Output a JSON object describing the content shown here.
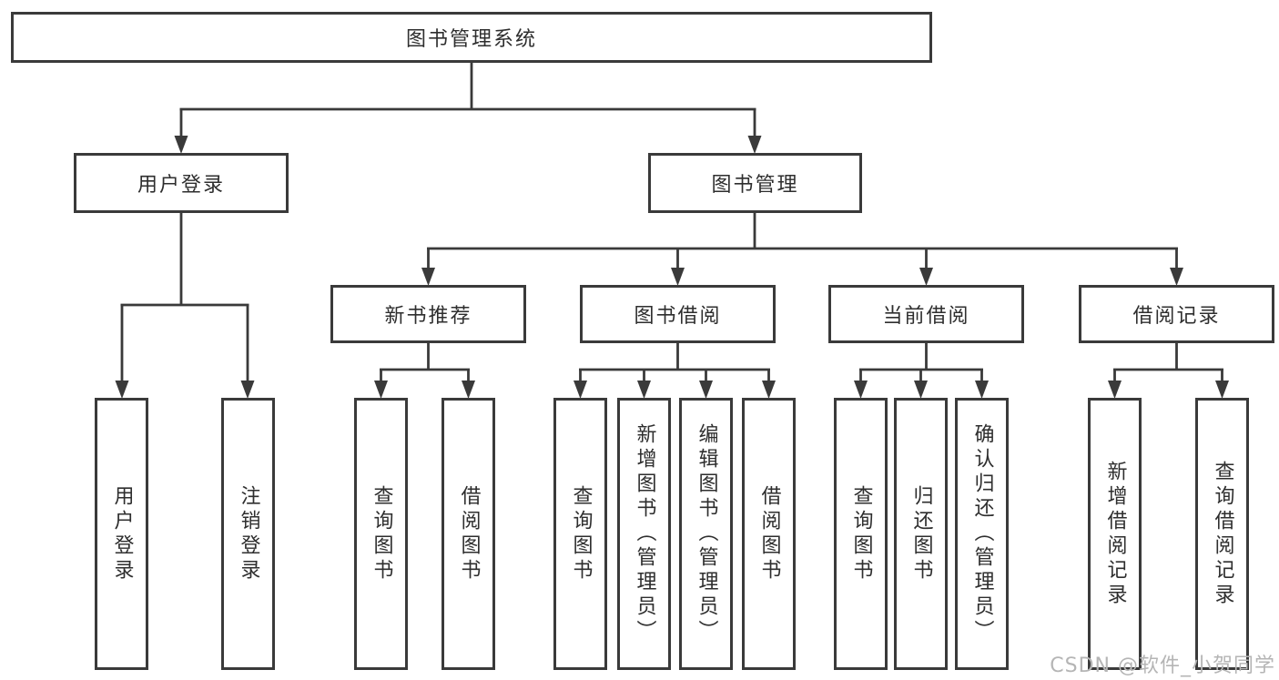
{
  "diagram_type": "hierarchy-tree",
  "colors": {
    "line": "#3a3a3a",
    "box_border": "#3a3a3a",
    "text": "#2e2e2e",
    "watermark": "#b5b5b5",
    "bg": "#ffffff"
  },
  "tree": {
    "label": "图书管理系统",
    "children": [
      {
        "label": "用户登录",
        "children": [
          {
            "label": "用户登录"
          },
          {
            "label": "注销登录"
          }
        ]
      },
      {
        "label": "图书管理",
        "children": [
          {
            "label": "新书推荐",
            "children": [
              {
                "label": "查询图书"
              },
              {
                "label": "借阅图书"
              }
            ]
          },
          {
            "label": "图书借阅",
            "children": [
              {
                "label": "查询图书"
              },
              {
                "label": "新增图书（管理员）"
              },
              {
                "label": "编辑图书（管理员）"
              },
              {
                "label": "借阅图书"
              }
            ]
          },
          {
            "label": "当前借阅",
            "children": [
              {
                "label": "查询图书"
              },
              {
                "label": "归还图书"
              },
              {
                "label": "确认归还（管理员）"
              }
            ]
          },
          {
            "label": "借阅记录",
            "children": [
              {
                "label": "新增借阅记录"
              },
              {
                "label": "查询借阅记录"
              }
            ]
          }
        ]
      }
    ]
  },
  "watermark": "CSDN @软件_小贺同学"
}
